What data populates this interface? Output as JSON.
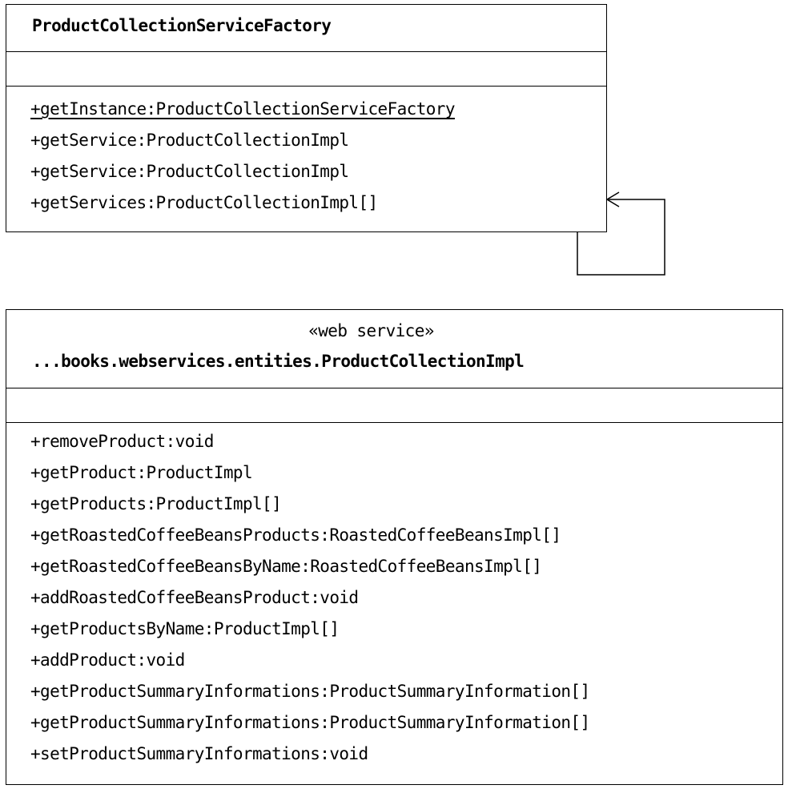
{
  "factory_class": {
    "name": "ProductCollectionServiceFactory",
    "operations": [
      {
        "text": "+getInstance:ProductCollectionServiceFactory",
        "static": true
      },
      {
        "text": "+getService:ProductCollectionImpl",
        "static": false
      },
      {
        "text": "+getService:ProductCollectionImpl",
        "static": false
      },
      {
        "text": "+getServices:ProductCollectionImpl[]",
        "static": false
      }
    ]
  },
  "impl_class": {
    "stereotype": "«web service»",
    "name": "...books.webservices.entities.ProductCollectionImpl",
    "operations": [
      {
        "text": "+removeProduct:void"
      },
      {
        "text": "+getProduct:ProductImpl"
      },
      {
        "text": "+getProducts:ProductImpl[]"
      },
      {
        "text": "+getRoastedCoffeeBeansProducts:RoastedCoffeeBeansImpl[]"
      },
      {
        "text": "+getRoastedCoffeeBeansByName:RoastedCoffeeBeansImpl[]"
      },
      {
        "text": "+addRoastedCoffeeBeansProduct:void"
      },
      {
        "text": "+getProductsByName:ProductImpl[]"
      },
      {
        "text": "+addProduct:void"
      },
      {
        "text": "+getProductSummaryInformations:ProductSummaryInformation[]"
      },
      {
        "text": "+getProductSummaryInformations:ProductSummaryInformation[]"
      },
      {
        "text": "+setProductSummaryInformations:void"
      }
    ]
  },
  "colors": {
    "line": "#000000",
    "background": "#ffffff"
  }
}
